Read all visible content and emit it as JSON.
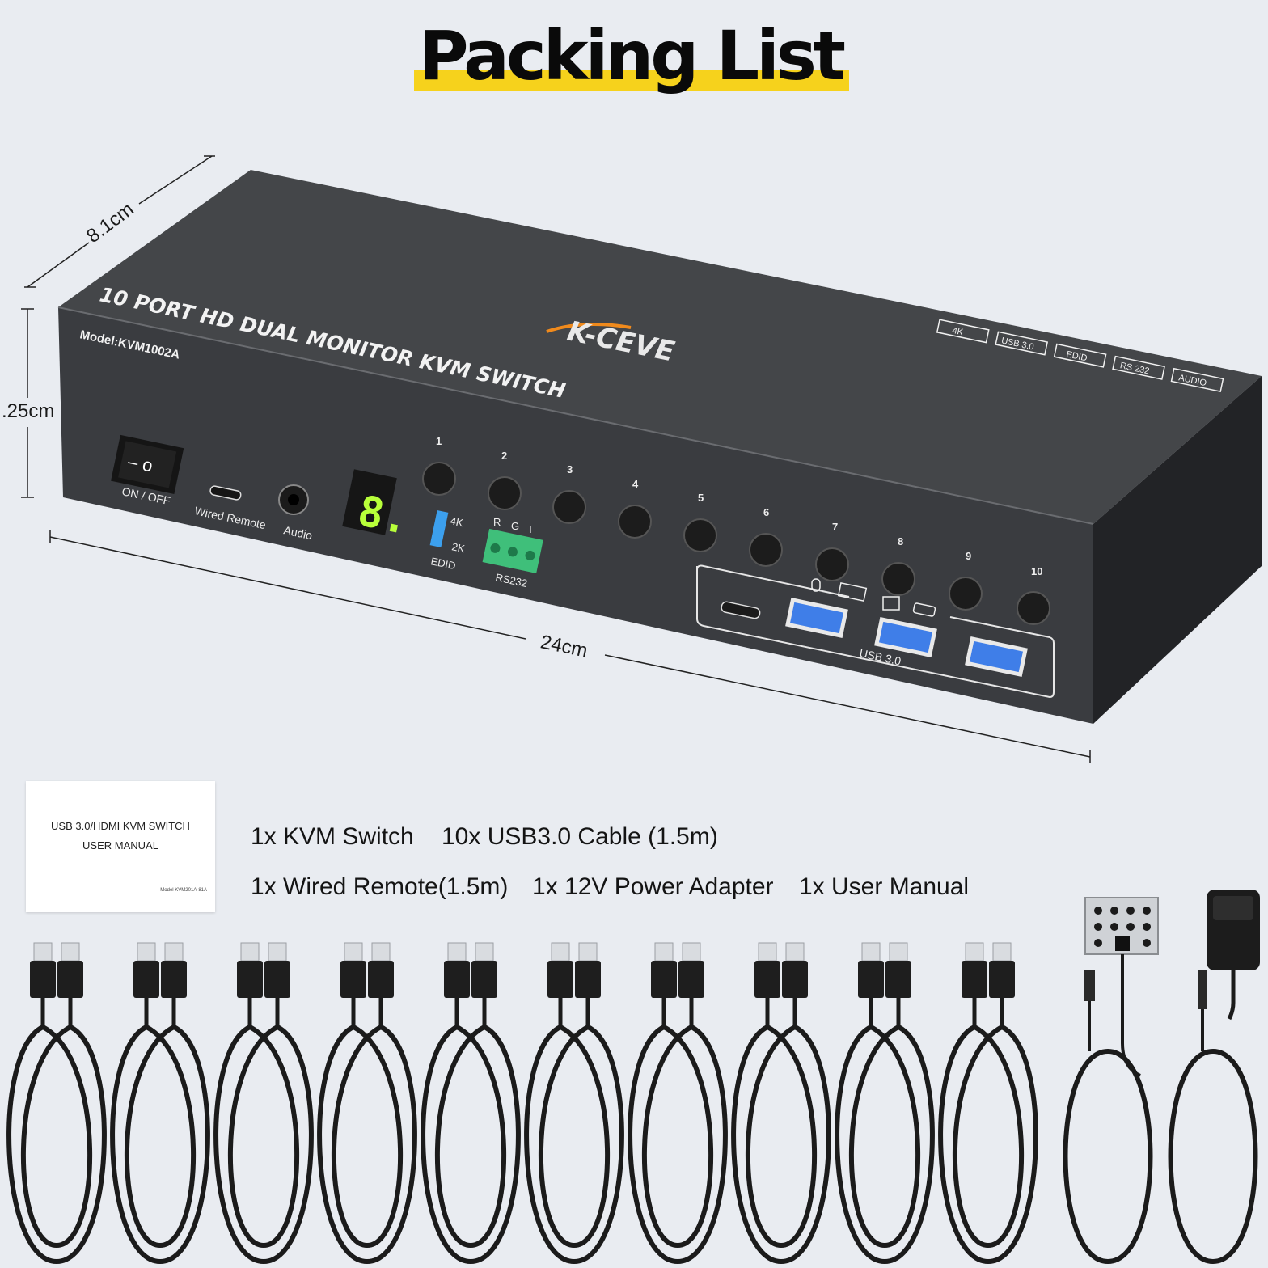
{
  "title": "Packing List",
  "dimensions": {
    "depth": "8.1cm",
    "height": ".25cm",
    "width": "24cm"
  },
  "device": {
    "brand": "K-CEVE",
    "headline": "10 PORT HD DUAL MONITOR KVM SWITCH",
    "model": "Model:KVM1002A",
    "badges": [
      "4K",
      "USB 3.0",
      "EDID",
      "RS 232",
      "AUDIO"
    ],
    "power_label": "ON / OFF",
    "remote_label": "Wired Remote",
    "audio_label": "Audio",
    "display_digit": "8.",
    "edid_options": [
      "4K",
      "2K"
    ],
    "edid_label": "EDID",
    "rs232_pins": [
      "R",
      "G",
      "T"
    ],
    "rs232_label": "RS232",
    "port_numbers": [
      "1",
      "2",
      "3",
      "4",
      "5",
      "6",
      "7",
      "8",
      "9",
      "10"
    ],
    "usb_label": "USB 3.0"
  },
  "manual": {
    "line1": "USB 3.0/HDMI KVM SWITCH",
    "line2": "USER MANUAL",
    "model_line": "Model KVM201A-81A"
  },
  "items": [
    "1x KVM Switch",
    "10x USB3.0 Cable (1.5m)",
    "1x Wired Remote(1.5m)",
    "1x 12V Power Adapter",
    "1x User Manual"
  ],
  "cable_count": 10,
  "colors": {
    "accent": "#f6d21c",
    "device": "#3c3e42",
    "led": "#b8ff3a",
    "terminal": "#3fbf7a",
    "usb_blue": "#3f7ee8"
  }
}
